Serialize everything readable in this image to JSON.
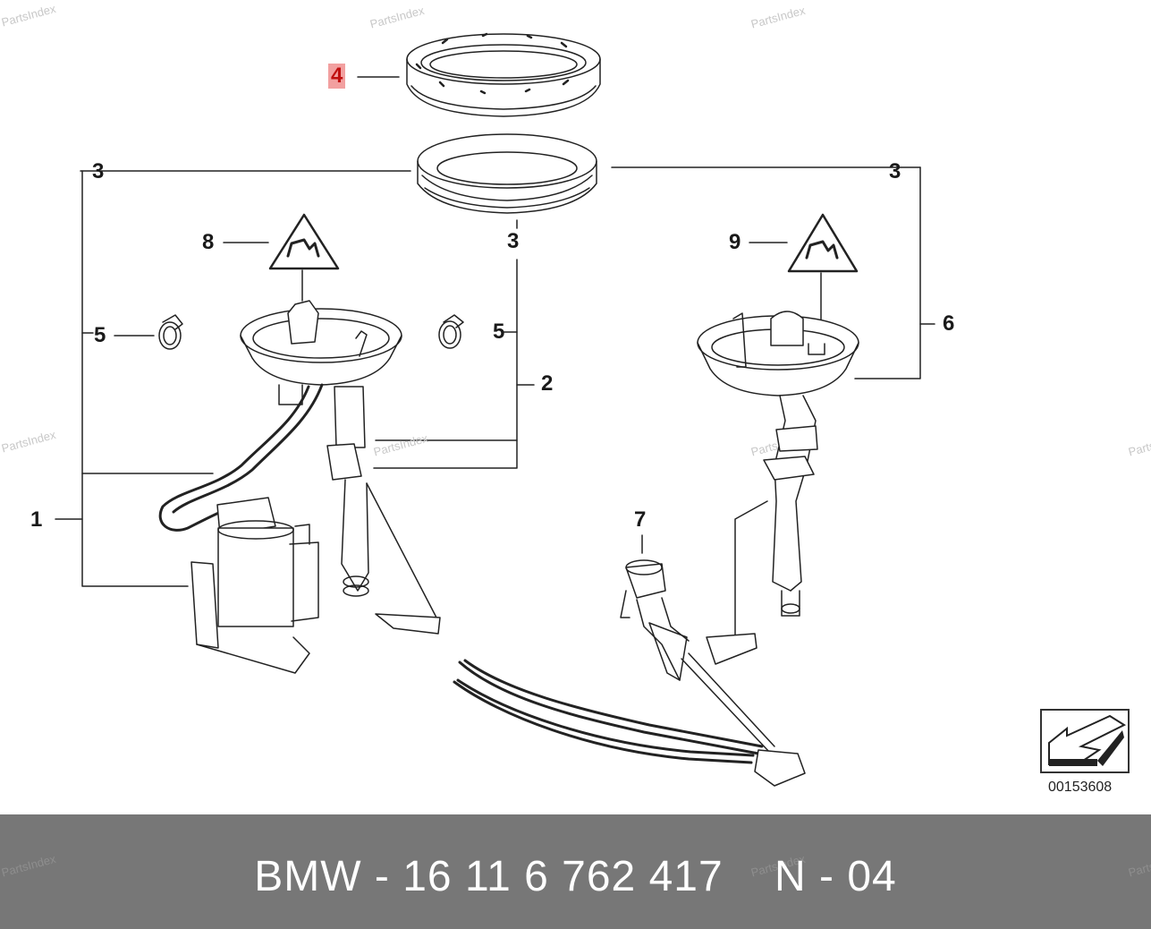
{
  "diagram": {
    "callouts": {
      "c4": "4",
      "c3_top_left": "3",
      "c3_top_right": "3",
      "c3_mid": "3",
      "c8": "8",
      "c9": "9",
      "c5_left": "5",
      "c5_right": "5",
      "c2": "2",
      "c6": "6",
      "c1": "1",
      "c7": "7"
    },
    "reference_number": "00153608",
    "highlight_color": "#f2a0a0",
    "line_color": "#222222"
  },
  "watermarks": [
    "PartsIndex",
    "PartsIndex",
    "PartsIndex",
    "PartsIndex",
    "Parts",
    "PartsIndex",
    "PartsIndex",
    "Parts",
    "PartsIndex",
    "Parts"
  ],
  "footer": {
    "title": "BMW - 16 11 6 762 417    N - 04",
    "background": "#777777"
  }
}
